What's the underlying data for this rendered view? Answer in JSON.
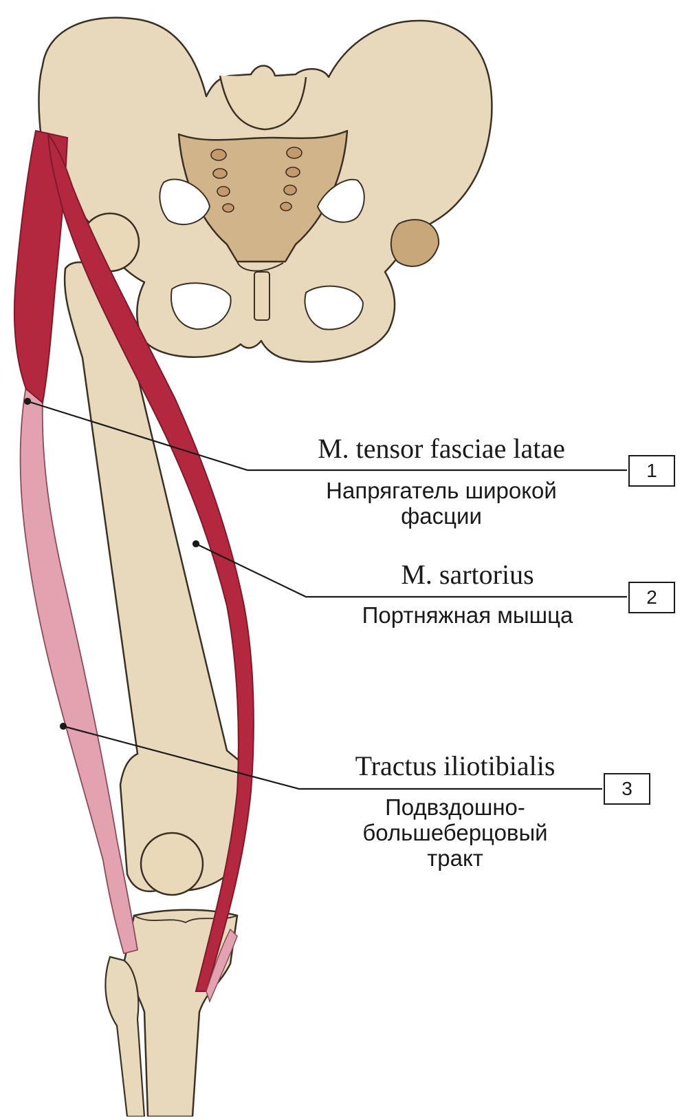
{
  "colors": {
    "bone": "#e8d9bd",
    "bone_shadow": "#c9ad86",
    "bone_outline": "#3a3024",
    "muscle": "#b3283e",
    "muscle_dark": "#7e1a2b",
    "tract": "#e2a2b0",
    "tract_dark": "#b86a7c",
    "leader_line": "#1a1a1a"
  },
  "labels": [
    {
      "number": "1",
      "latin": "M. tensor fasciae latae",
      "russian": [
        "Напрягатель широкой",
        "фасции"
      ]
    },
    {
      "number": "2",
      "latin": "M. sartorius",
      "russian": [
        "Портняжная мышца"
      ]
    },
    {
      "number": "3",
      "latin": "Tractus iliotibialis",
      "russian": [
        "Подвздошно-",
        "большеберцовый",
        "тракт"
      ]
    }
  ]
}
